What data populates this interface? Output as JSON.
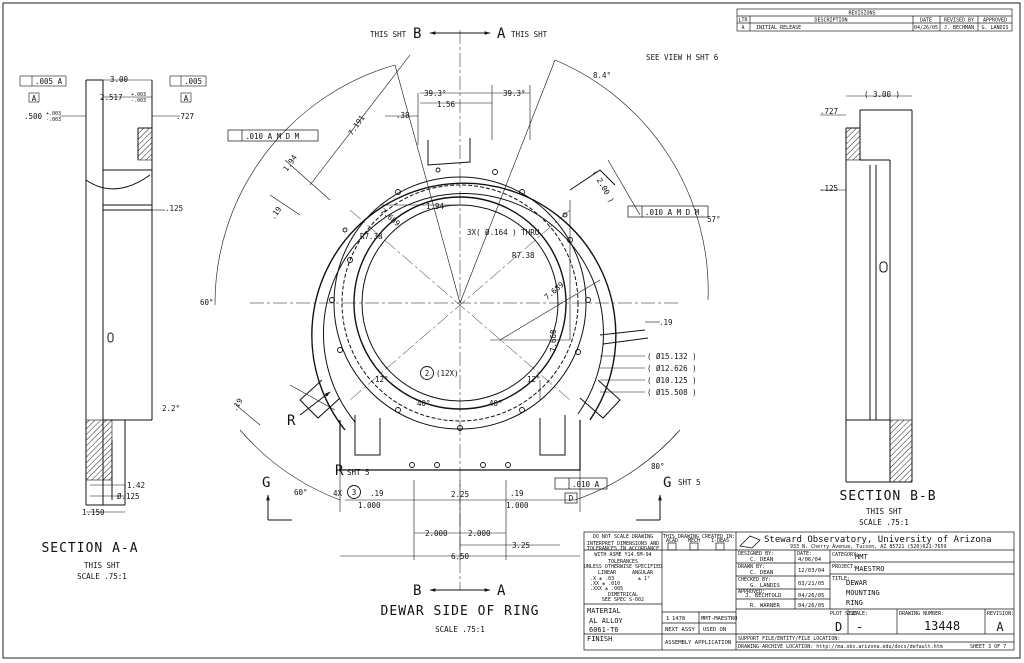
{
  "revisions": {
    "header": "REVISIONS",
    "columns": [
      "LTR",
      "DESCRIPTION",
      "DATE",
      "REVISED BY",
      "APPROVED"
    ],
    "row": [
      "A",
      "INITIAL RELEASE",
      "04/26/05",
      "J. BECHMAN",
      "G. LANDIS"
    ]
  },
  "main_view": {
    "top_left_note": "THIS SHT",
    "top_right_note": "THIS SHT",
    "section_b": "B",
    "section_a": "A",
    "see_view": "SEE VIEW H SHT 6",
    "angle_84": "8.4°",
    "angle_393_left": "39.3°",
    "angle_393_right": "39.3°",
    "dim_156": "1.56",
    "dim_38": ".38",
    "dim_7191": "7.191",
    "dim_194a": "1.94",
    "dim_194b": "1.94",
    "dim_19a": ".19",
    "dim_7689a": "7.689",
    "dim_r738a": "R7.38",
    "dim_r738b": "R7.38",
    "dim_3x": "3X( Ø.164 ) THRU",
    "dim_200": "( 2.00 )",
    "dim_7689b": "7.689",
    "dim_7668": "7.668",
    "dim_19b": ".19",
    "dia_15132": "( Ø15.132 )",
    "dia_12626": "( Ø12.626 )",
    "dia_10125": "( Ø10.125 )",
    "dia_15508": "( Ø15.508 )",
    "angle_57": "57°",
    "angle_60a": "60°",
    "angle_60b": "60°",
    "angle_80": "80°",
    "angle_12a": "12°",
    "angle_12b": "12°",
    "angle_40a": "40°",
    "angle_40b": "40°",
    "balloon_2": "2",
    "balloon_2_qty": "(12X)",
    "balloon_3": "3",
    "balloon_3_qty": "4X",
    "dim_19c": ".19",
    "dim_19d": ".19",
    "dim_19e": ".19",
    "dim_1000a": "1.000",
    "dim_1000b": "1.000",
    "dim_225": "2.25",
    "dim_2000a": "2.000",
    "dim_2000b": "2.000",
    "dim_325": "3.25",
    "dim_650": "6.50",
    "datum_d": "D",
    "label_r": "R",
    "label_r_sht": "R",
    "label_r_sht_note": "SHT 5",
    "label_g_left": "G",
    "label_g_right": "G",
    "label_g_right_note": "SHT 5",
    "gdt_010_top": ".010 A M D M",
    "gdt_010_right": ".010 A M D M",
    "gdt_010_bottom": ".010 A",
    "view_title": "DEWAR SIDE OF RING",
    "view_scale": "SCALE .75:1"
  },
  "section_aa": {
    "gdt_left": ".005 A",
    "gdt_right": ".005",
    "datum_a_left": "A",
    "datum_a_right": "A",
    "dim_300": "3.00",
    "dim_2517": "2.517",
    "dim_2517_tol_plus": "+.003",
    "dim_2517_tol_minus": "-.003",
    "dim_500": ".500",
    "dim_500_tol_plus": "+.003",
    "dim_500_tol_minus": "-.003",
    "dim_727": ".727",
    "dim_125": ".125",
    "angle_22": "2.2°",
    "dim_142": "1.42",
    "dim_125b": "Ø.125",
    "dim_1150": "1.150",
    "title": "SECTION A-A",
    "note": "THIS SHT",
    "scale": "SCALE .75:1"
  },
  "section_bb": {
    "dim_300": "( 3.00 )",
    "dim_727": ".727",
    "dim_125": ".125",
    "title": "SECTION B-B",
    "note": "THIS SHT",
    "scale": "SCALE .75:1"
  },
  "title_block": {
    "do_not_scale": "DO NOT SCALE DRAWING",
    "interpret": "INTERPRET DIMENSIONS AND",
    "interpret2": "TOLERANCES IN ACCORDANCE",
    "interpret3": "WITH ASME Y14.5M-94",
    "tolerances": "TOLERANCES",
    "unless": "UNLESS OTHERWISE SPECIFIED",
    "linear": "LINEAR",
    "angular": "ANGULAR",
    "tol1": ".X   ± .03",
    "tol2": ".XX  ± .010",
    "tol3": ".XXX ± .005",
    "tol_ang": "± 1°",
    "dimetrical": "DIMETRICAL",
    "see_spec": "SEE SPEC S-002",
    "material_label": "MATERIAL",
    "material": "AL  ALLOY",
    "material2": "6061-T6",
    "finish": "FINISH",
    "created_in": "THIS DRAWING CREATED IN:",
    "acad": "ACAD",
    "mech": "MECH",
    "ideas": "I-DEAS",
    "designed_by_label": "DESIGNED BY:",
    "designed_by": "C. DEAN",
    "drawn_by_label": "DRAWN BY:",
    "drawn_by": "C. DEAN",
    "checked_by_label": "CHECKED BY:",
    "checked_by": "G. LANDIS",
    "approved_label": "APPROVED:",
    "approved_1": "J. BECHTOLD",
    "approved_2": "R. WARNER",
    "date_label": "DATE:",
    "date_1": "4/06/04",
    "date_2": "12/03/04",
    "date_3": "03/21/05",
    "date_4": "04/26/05",
    "date_5": "04/26/05",
    "company": "Steward Observatory, University of Arizona",
    "address": "933 N. Cherry Avenue, Tucson, AZ  85721  (520)621-7659",
    "category_label": "CATEGORY:",
    "category": "MMT",
    "project_label": "PROJECT:",
    "project": "MAESTRO",
    "title_label": "TITLE:",
    "title_1": "DEWAR",
    "title_2": "MOUNTING",
    "title_3": "RING",
    "plot_size_label": "PLOT SIZE",
    "plot_size": "D",
    "scale_label": "SCALE:",
    "scale": "-",
    "drawing_number_label": "DRAWING NUMBER:",
    "drawing_number": "13448",
    "revision_label": "REVISION:",
    "revision": "A",
    "qty": "1",
    "part": "1478",
    "used_on": "MMT-MAESTRO",
    "next_assy": "NEXT ASSY",
    "used_on_label": "USED ON",
    "assembly_app": "ASSEMBLY APPLICATION",
    "support": "SUPPORT FILE/ENTITY/FILE LOCATION:",
    "archive": "DRAWING ARCHIVE LOCATION: http://ma.obs.arizona.edu/docs/default.htm",
    "sheet": "SHEET 3 OF 7"
  }
}
